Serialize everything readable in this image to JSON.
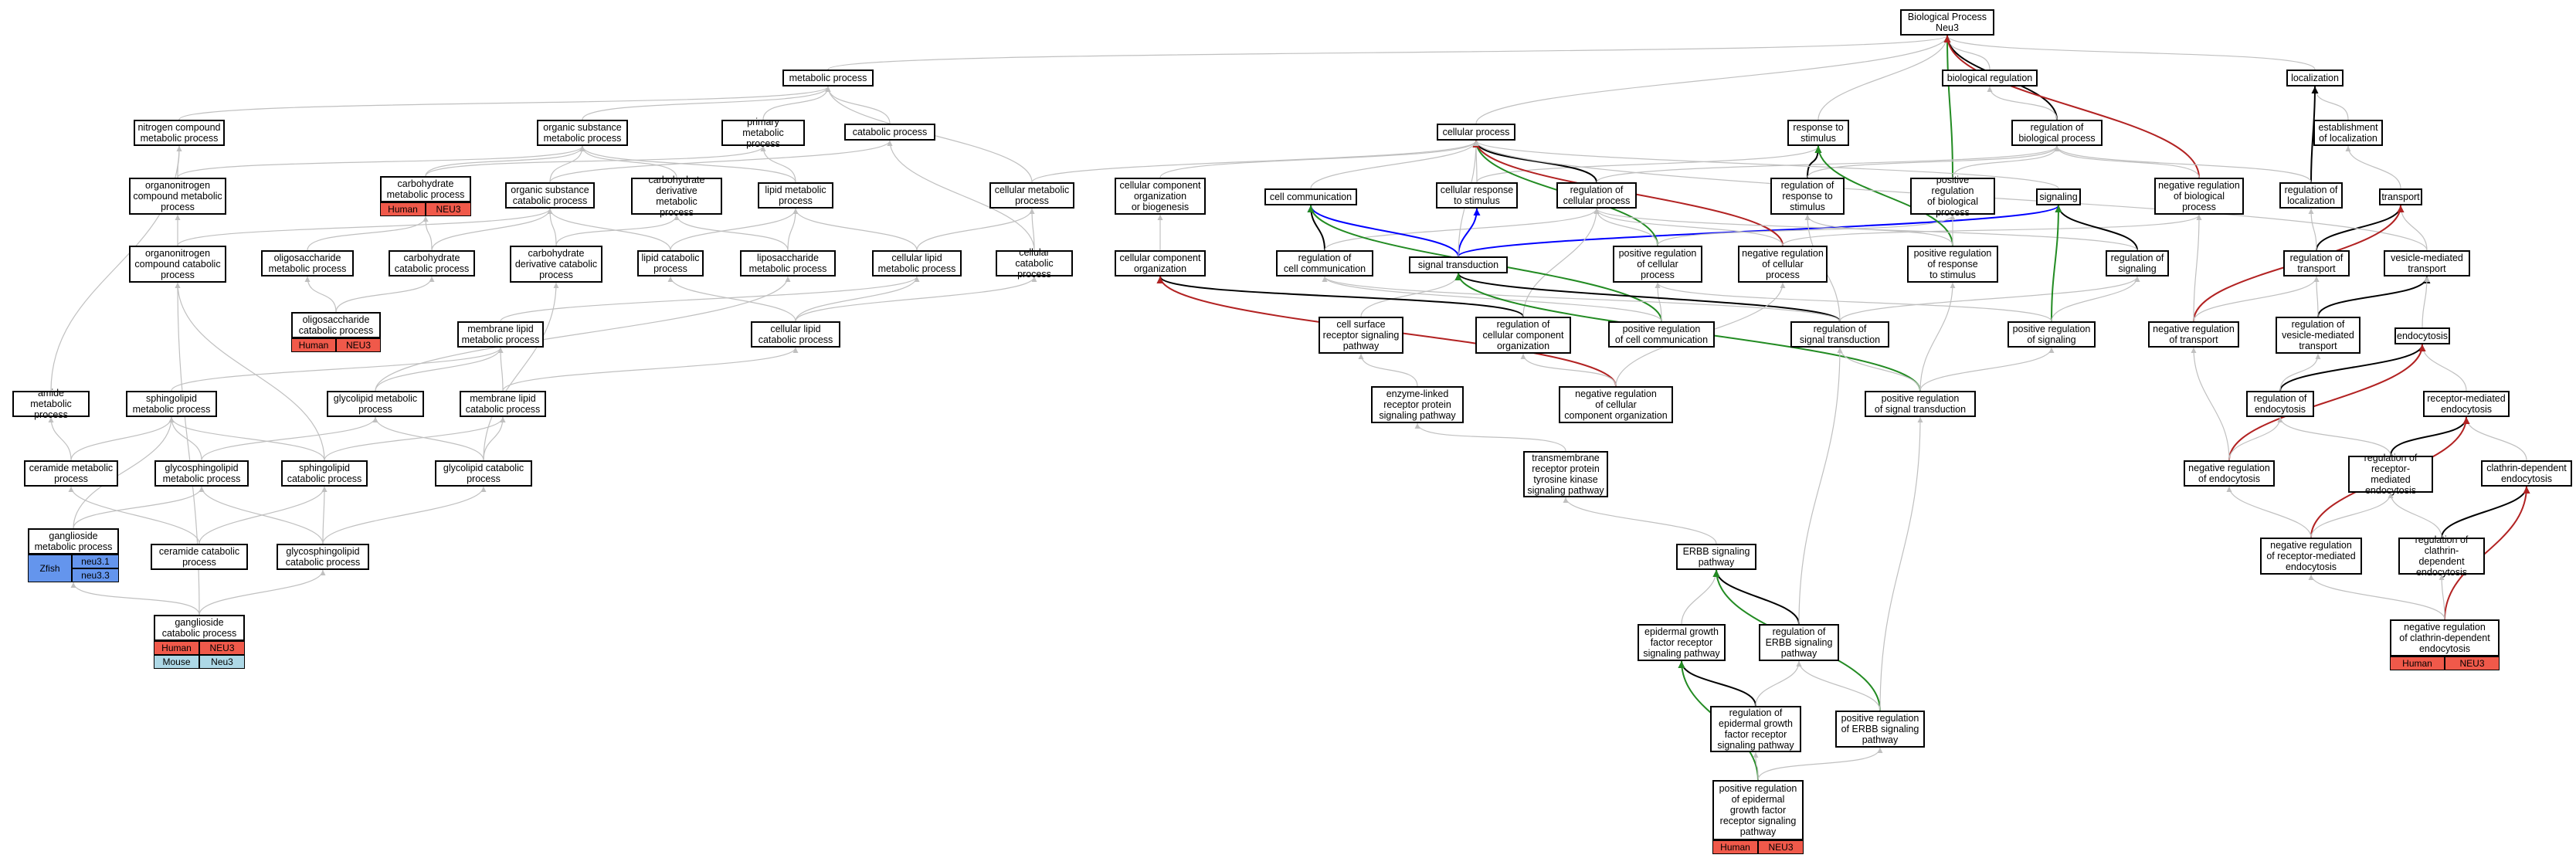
{
  "diagram": {
    "nodes": [
      {
        "id": "bp",
        "label": "Biological Process\nNeu3"
      },
      {
        "id": "metabolic",
        "label": "metabolic process"
      },
      {
        "id": "localization",
        "label": "localization"
      },
      {
        "id": "biological_regulation",
        "label": "biological regulation"
      },
      {
        "id": "nitrogen_compound",
        "label": "nitrogen compound\nmetabolic process"
      },
      {
        "id": "organic_substance",
        "label": "organic substance\nmetabolic process"
      },
      {
        "id": "primary_metabolic",
        "label": "primary metabolic\nprocess"
      },
      {
        "id": "catabolic",
        "label": "catabolic process"
      },
      {
        "id": "cellular_process",
        "label": "cellular process"
      },
      {
        "id": "response_to_stimulus",
        "label": "response to\nstimulus"
      },
      {
        "id": "regulation_bp",
        "label": "regulation of\nbiological process"
      },
      {
        "id": "establishment_localization",
        "label": "establishment\nof localization"
      },
      {
        "id": "organonitrogen_metabolic",
        "label": "organonitrogen\ncompound metabolic\nprocess"
      },
      {
        "id": "carbohydrate_metabolic",
        "label": "carbohydrate\nmetabolic process"
      },
      {
        "id": "organic_substance_catabolic",
        "label": "organic substance\ncatabolic process"
      },
      {
        "id": "carbohydrate_derivative_metabolic",
        "label": "carbohydrate\nderivative metabolic\nprocess"
      },
      {
        "id": "lipid_metabolic",
        "label": "lipid metabolic\nprocess"
      },
      {
        "id": "cellular_metabolic",
        "label": "cellular metabolic\nprocess"
      },
      {
        "id": "cellular_component_org_biogenesis",
        "label": "cellular component\norganization\nor biogenesis"
      },
      {
        "id": "cell_communication",
        "label": "cell communication"
      },
      {
        "id": "cellular_response",
        "label": "cellular response\nto stimulus"
      },
      {
        "id": "regulation_cellular",
        "label": "regulation of\ncellular process"
      },
      {
        "id": "regulation_response",
        "label": "regulation of\nresponse to\nstimulus"
      },
      {
        "id": "pos_reg_bp",
        "label": "positive regulation\nof biological\nprocess"
      },
      {
        "id": "signaling",
        "label": "signaling"
      },
      {
        "id": "neg_reg_bp",
        "label": "negative regulation\nof biological\nprocess"
      },
      {
        "id": "regulation_localization",
        "label": "regulation of\nlocalization"
      },
      {
        "id": "transport",
        "label": "transport"
      },
      {
        "id": "organonitrogen_catabolic",
        "label": "organonitrogen\ncompound catabolic\nprocess"
      },
      {
        "id": "oligosaccharide_metabolic",
        "label": "oligosaccharide\nmetabolic process"
      },
      {
        "id": "carbohydrate_catabolic",
        "label": "carbohydrate\ncatabolic process"
      },
      {
        "id": "carbohydrate_derivative_catabolic",
        "label": "carbohydrate\nderivative catabolic\nprocess"
      },
      {
        "id": "lipid_catabolic",
        "label": "lipid catabolic\nprocess"
      },
      {
        "id": "liposaccharide_metabolic",
        "label": "liposaccharide\nmetabolic process"
      },
      {
        "id": "cellular_lipid_metabolic",
        "label": "cellular lipid\nmetabolic process"
      },
      {
        "id": "cellular_catabolic",
        "label": "cellular catabolic\nprocess"
      },
      {
        "id": "cellular_component_organization",
        "label": "cellular component\norganization"
      },
      {
        "id": "regulation_cell_communication",
        "label": "regulation of\ncell communication"
      },
      {
        "id": "signal_transduction",
        "label": "signal transduction"
      },
      {
        "id": "pos_reg_cellular",
        "label": "positive regulation\nof cellular\nprocess"
      },
      {
        "id": "neg_reg_cellular",
        "label": "negative regulation\nof cellular\nprocess"
      },
      {
        "id": "pos_reg_response",
        "label": "positive regulation\nof response\nto stimulus"
      },
      {
        "id": "regulation_signaling",
        "label": "regulation of\nsignaling"
      },
      {
        "id": "regulation_transport",
        "label": "regulation of\ntransport"
      },
      {
        "id": "vesicle_mediated_transport",
        "label": "vesicle-mediated\ntransport"
      },
      {
        "id": "oligosaccharide_catabolic",
        "label": "oligosaccharide\ncatabolic process"
      },
      {
        "id": "membrane_lipid_metabolic",
        "label": "membrane lipid\nmetabolic process"
      },
      {
        "id": "cellular_lipid_catabolic",
        "label": "cellular lipid\ncatabolic process"
      },
      {
        "id": "cell_surface_receptor",
        "label": "cell surface\nreceptor signaling\npathway"
      },
      {
        "id": "regulation_ccorg",
        "label": "regulation of\ncellular component\norganization"
      },
      {
        "id": "pos_reg_cell_comm",
        "label": "positive regulation\nof cell communication"
      },
      {
        "id": "regulation_signal_transduction",
        "label": "regulation of\nsignal transduction"
      },
      {
        "id": "pos_reg_signaling",
        "label": "positive regulation\nof signaling"
      },
      {
        "id": "neg_reg_transport",
        "label": "negative regulation\nof transport"
      },
      {
        "id": "regulation_vesicle_transport",
        "label": "regulation of\nvesicle-mediated\ntransport"
      },
      {
        "id": "endocytosis",
        "label": "endocytosis"
      },
      {
        "id": "amide_metabolic",
        "label": "amide metabolic\nprocess"
      },
      {
        "id": "sphingolipid_metabolic",
        "label": "sphingolipid\nmetabolic process"
      },
      {
        "id": "glycolipid_metabolic",
        "label": "glycolipid metabolic\nprocess"
      },
      {
        "id": "membrane_lipid_catabolic",
        "label": "membrane lipid\ncatabolic process"
      },
      {
        "id": "enzyme_linked",
        "label": "enzyme-linked\nreceptor protein\nsignaling pathway"
      },
      {
        "id": "neg_reg_ccorg",
        "label": "negative regulation\nof cellular\ncomponent organization"
      },
      {
        "id": "pos_reg_signal_transduction",
        "label": "positive regulation\nof signal transduction"
      },
      {
        "id": "regulation_endocytosis",
        "label": "regulation of\nendocytosis"
      },
      {
        "id": "receptor_mediated_endocytosis",
        "label": "receptor-mediated\nendocytosis"
      },
      {
        "id": "ceramide_metabolic",
        "label": "ceramide metabolic\nprocess"
      },
      {
        "id": "glycosphingolipid_metabolic",
        "label": "glycosphingolipid\nmetabolic process"
      },
      {
        "id": "sphingolipid_catabolic",
        "label": "sphingolipid\ncatabolic process"
      },
      {
        "id": "glycolipid_catabolic",
        "label": "glycolipid catabolic\nprocess"
      },
      {
        "id": "transmembrane_rtk",
        "label": "transmembrane\nreceptor protein\ntyrosine kinase\nsignaling pathway"
      },
      {
        "id": "neg_reg_endocytosis",
        "label": "negative regulation\nof endocytosis"
      },
      {
        "id": "regulation_rme",
        "label": "regulation of\nreceptor-mediated\nendocytosis"
      },
      {
        "id": "clathrin_endocytosis",
        "label": "clathrin-dependent\nendocytosis"
      },
      {
        "id": "ganglioside_metabolic",
        "label": "ganglioside\nmetabolic process"
      },
      {
        "id": "ceramide_catabolic",
        "label": "ceramide catabolic\nprocess"
      },
      {
        "id": "glycosphingolipid_catabolic",
        "label": "glycosphingolipid\ncatabolic process"
      },
      {
        "id": "erbb",
        "label": "ERBB signaling\npathway"
      },
      {
        "id": "neg_reg_rme",
        "label": "negative regulation\nof receptor-mediated\nendocytosis"
      },
      {
        "id": "regulation_clathrin",
        "label": "regulation of\nclathrin-dependent\nendocytosis"
      },
      {
        "id": "ganglioside_catabolic",
        "label": "ganglioside\ncatabolic process"
      },
      {
        "id": "egfr_pathway",
        "label": "epidermal growth\nfactor receptor\nsignaling pathway"
      },
      {
        "id": "regulation_erbb",
        "label": "regulation of\nERBB signaling\npathway"
      },
      {
        "id": "neg_reg_clathrin",
        "label": "negative regulation\nof clathrin-dependent\nendocytosis"
      },
      {
        "id": "regulation_egfr",
        "label": "regulation of\nepidermal growth\nfactor receptor\nsignaling pathway"
      },
      {
        "id": "pos_reg_erbb",
        "label": "positive regulation\nof ERBB signaling\npathway"
      },
      {
        "id": "pos_reg_egfr",
        "label": "positive regulation\nof epidermal\ngrowth factor\nreceptor signaling\npathway"
      }
    ],
    "annotations": {
      "carbohydrate_metabolic": [
        [
          "Human",
          "NEU3"
        ]
      ],
      "oligosaccharide_catabolic": [
        [
          "Human",
          "NEU3"
        ]
      ],
      "ganglioside_catabolic": [
        [
          "Human",
          "NEU3"
        ],
        [
          "Mouse",
          "Neu3"
        ]
      ],
      "neg_reg_clathrin": [
        [
          "Human",
          "NEU3"
        ]
      ],
      "pos_reg_egfr": [
        [
          "Human",
          "NEU3"
        ]
      ],
      "ganglioside_metabolic": {
        "species": "Zfish",
        "genes": [
          "neu3.1",
          "neu3.3"
        ]
      }
    },
    "colors": {
      "is_a": "#c0c0c0",
      "part_of": "#000000",
      "positively_regulates": "#228b22",
      "negatively_regulates": "#b22222",
      "regulates": "#0000ff",
      "human": "#f0594a",
      "mouse": "#add8e6",
      "zfish": "#6495ed"
    }
  }
}
